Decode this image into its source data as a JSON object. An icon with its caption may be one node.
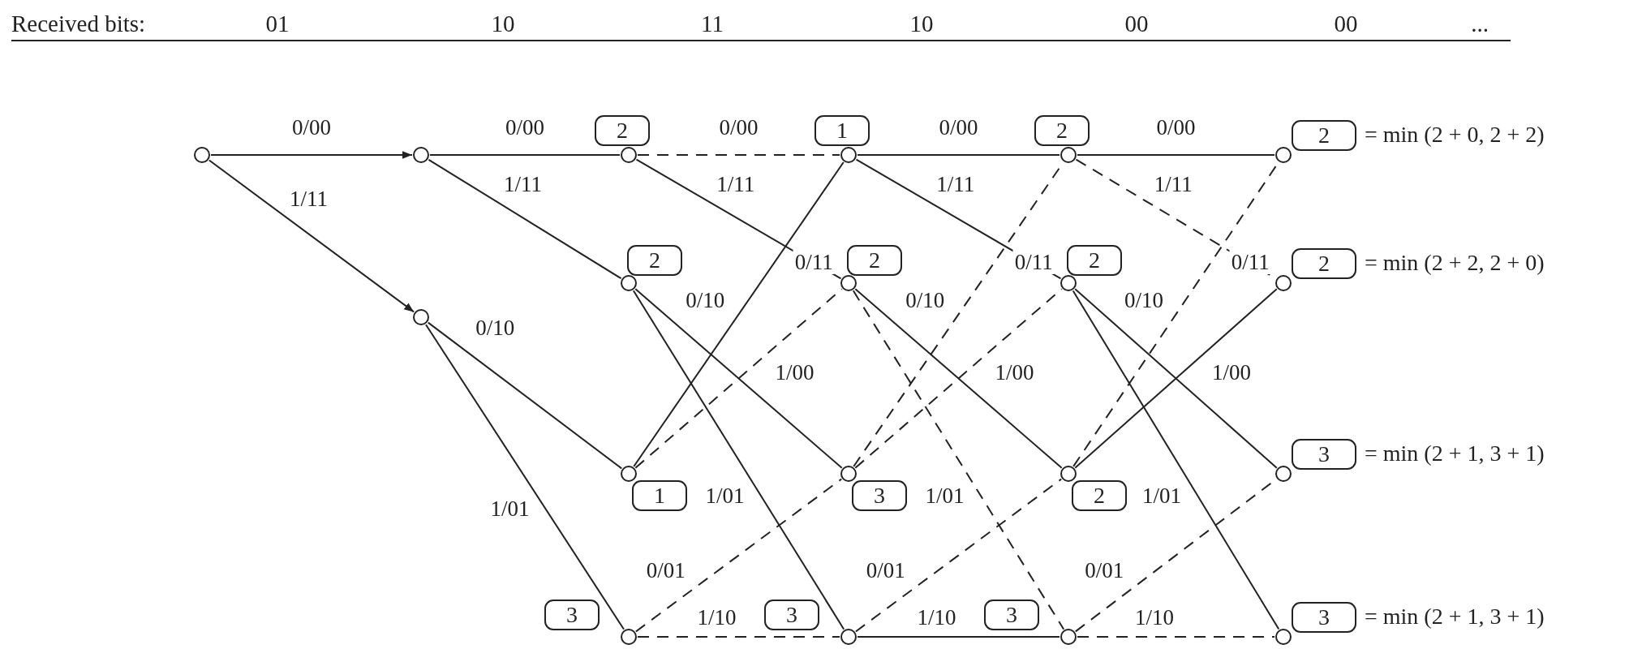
{
  "diagram": {
    "nodes": [
      {
        "text": [],
        "shape": "circle"
      },
      {
        "text": [],
        "shape": "circle"
      },
      {
        "text": [],
        "shape": "circle"
      },
      {
        "text": [
          "2"
        ]
      },
      {
        "text": [],
        "shape": "circle"
      },
      {
        "text": [
          "2"
        ]
      },
      {
        "text": [],
        "shape": "circle"
      },
      {
        "text": [
          "1"
        ]
      },
      {
        "text": [],
        "shape": "circle"
      },
      {
        "text": [
          "3"
        ]
      },
      {
        "text": [],
        "shape": "circle"
      },
      {
        "text": [
          "1"
        ]
      },
      {
        "text": [],
        "shape": "circle"
      },
      {
        "text": [
          "2"
        ]
      },
      {
        "text": [],
        "shape": "circle"
      },
      {
        "text": [
          "3"
        ]
      },
      {
        "text": [],
        "shape": "circle"
      },
      {
        "text": [
          "3"
        ]
      },
      {
        "text": [],
        "shape": "circle"
      },
      {
        "text": [
          "2"
        ]
      },
      {
        "text": [],
        "shape": "circle"
      },
      {
        "text": [
          "2"
        ]
      },
      {
        "text": [],
        "shape": "circle"
      },
      {
        "text": [
          "2"
        ]
      },
      {
        "text": [],
        "shape": "circle"
      },
      {
        "text": [
          "3"
        ]
      },
      {
        "text": [],
        "shape": "circle"
      },
      {
        "text": [
          "2"
        ],
        "beside": [
          "= min (2 + 0, 2 + 2)"
        ]
      },
      {
        "text": [],
        "shape": "circle"
      },
      {
        "text": [
          "2"
        ],
        "beside": [
          "= min (2 + 2, 2 + 0)"
        ]
      },
      {
        "text": [],
        "shape": "circle"
      },
      {
        "text": [
          "3"
        ],
        "beside": [
          "= min (2 + 1, 3 + 1)"
        ]
      },
      {
        "text": [],
        "shape": "circle"
      },
      {
        "text": [
          "3"
        ],
        "beside": [
          "= min (2 + 1, 3 + 1)"
        ]
      },
      {
        "text": [],
        "shape": "circle"
      }
    ],
    "edges": [
      {
        "from": 0,
        "to": 1,
        "label": "0/00",
        "arrow": "to"
      },
      {
        "from": 0,
        "to": 2,
        "label": "1/11",
        "arrow": "to"
      },
      {
        "from": 1,
        "to": 4,
        "label": "0/00",
        "arrow": "none"
      },
      {
        "from": 1,
        "to": 6,
        "label": "1/11",
        "arrow": "none"
      },
      {
        "from": 2,
        "to": 8,
        "label": "0/10",
        "arrow": "none"
      },
      {
        "from": 2,
        "to": 10,
        "label": "1/01",
        "arrow": "none"
      },
      {
        "from": 4,
        "to": 12,
        "label": "0/00",
        "arrow": "none",
        "style": "dashed"
      },
      {
        "from": 4,
        "to": 14,
        "label": "1/11",
        "arrow": "none"
      },
      {
        "from": 6,
        "to": 16,
        "label": "0/10",
        "arrow": "none"
      },
      {
        "from": 6,
        "to": 18,
        "label": "1/01",
        "arrow": "none"
      },
      {
        "from": 8,
        "to": 12,
        "label": "0/11",
        "arrow": "none"
      },
      {
        "from": 8,
        "to": 14,
        "label": "1/00",
        "arrow": "none",
        "style": "dashed"
      },
      {
        "from": 10,
        "to": 16,
        "label": "0/01",
        "arrow": "none",
        "style": "dashed"
      },
      {
        "from": 10,
        "to": 18,
        "label": "1/10",
        "arrow": "none",
        "style": "dashed"
      },
      {
        "from": 12,
        "to": 20,
        "label": "0/00",
        "arrow": "none"
      },
      {
        "from": 12,
        "to": 22,
        "label": "1/11",
        "arrow": "none"
      },
      {
        "from": 14,
        "to": 24,
        "label": "0/10",
        "arrow": "none"
      },
      {
        "from": 14,
        "to": 26,
        "label": "1/01",
        "arrow": "none",
        "style": "dashed"
      },
      {
        "from": 16,
        "to": 20,
        "label": "0/11",
        "arrow": "none",
        "style": "dashed"
      },
      {
        "from": 16,
        "to": 22,
        "label": "1/00",
        "arrow": "none",
        "style": "dashed"
      },
      {
        "from": 18,
        "to": 24,
        "label": "0/01",
        "arrow": "none",
        "style": "dashed"
      },
      {
        "from": 18,
        "to": 26,
        "label": "1/10",
        "arrow": "none"
      },
      {
        "from": 20,
        "to": 28,
        "label": "0/00",
        "arrow": "none"
      },
      {
        "from": 20,
        "to": 30,
        "label": "1/11",
        "arrow": "none",
        "style": "dashed"
      },
      {
        "from": 22,
        "to": 32,
        "label": "0/10",
        "arrow": "none"
      },
      {
        "from": 22,
        "to": 34,
        "label": "1/01",
        "arrow": "none"
      },
      {
        "from": 24,
        "to": 28,
        "label": "0/11",
        "arrow": "none",
        "style": "dashed"
      },
      {
        "from": 24,
        "to": 30,
        "label": "1/00",
        "arrow": "none"
      },
      {
        "from": 26,
        "to": 32,
        "label": "0/01",
        "arrow": "none",
        "style": "dashed"
      },
      {
        "from": 26,
        "to": 34,
        "label": "1/10",
        "arrow": "none",
        "style": "dashed"
      }
    ],
    "labels": [
      "Received bits:",
      "01",
      "10",
      "11",
      "10",
      "00",
      "00",
      "..."
    ]
  }
}
